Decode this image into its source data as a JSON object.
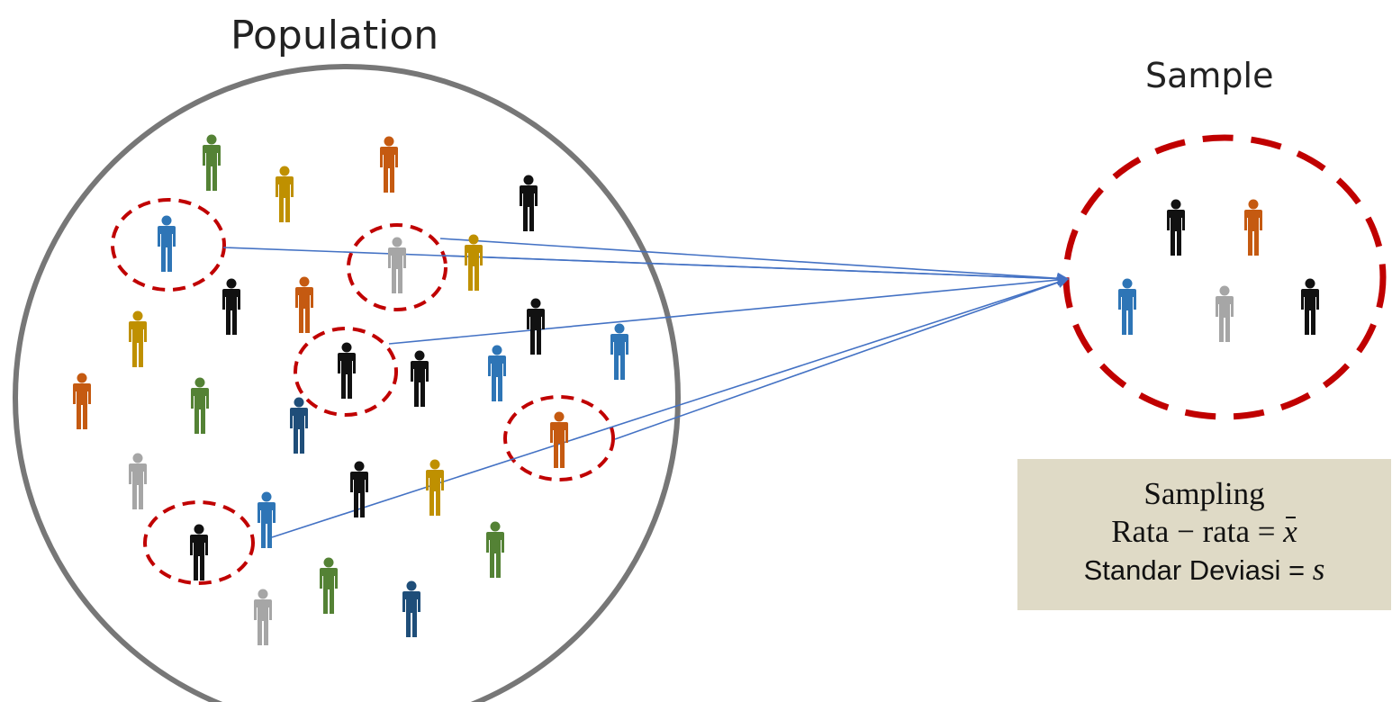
{
  "population": {
    "title": "Population"
  },
  "sample": {
    "title": "Sample"
  },
  "info_box": {
    "line1": "Sampling",
    "line2_prefix": "Rata − rata = ",
    "line2_symbol": "x",
    "line3_prefix": "Standar Deviasi = ",
    "line3_symbol": "s"
  },
  "colors": {
    "population_circle": "#777777",
    "selection_ring": "#c00000",
    "arrow": "#4472c4",
    "info_box_bg": "#dfdac6"
  },
  "people_colors": {
    "green": "#548235",
    "orange": "#c55a11",
    "yellow": "#bf9000",
    "black": "#111111",
    "blue": "#2e75b6",
    "gray": "#a6a6a6",
    "navy": "#1f4e79"
  },
  "population_people": [
    {
      "color": "green",
      "selected": false
    },
    {
      "color": "orange",
      "selected": false
    },
    {
      "color": "yellow",
      "selected": false
    },
    {
      "color": "black",
      "selected": false
    },
    {
      "color": "blue",
      "selected": true
    },
    {
      "color": "gray",
      "selected": true
    },
    {
      "color": "yellow",
      "selected": false
    },
    {
      "color": "black",
      "selected": false
    },
    {
      "color": "orange",
      "selected": false
    },
    {
      "color": "black",
      "selected": false
    },
    {
      "color": "yellow",
      "selected": false
    },
    {
      "color": "black",
      "selected": true
    },
    {
      "color": "black",
      "selected": false
    },
    {
      "color": "blue",
      "selected": false
    },
    {
      "color": "blue",
      "selected": false
    },
    {
      "color": "orange",
      "selected": false
    },
    {
      "color": "green",
      "selected": false
    },
    {
      "color": "navy",
      "selected": false
    },
    {
      "color": "orange",
      "selected": true
    },
    {
      "color": "gray",
      "selected": false
    },
    {
      "color": "black",
      "selected": false
    },
    {
      "color": "yellow",
      "selected": false
    },
    {
      "color": "blue",
      "selected": false
    },
    {
      "color": "black",
      "selected": true
    },
    {
      "color": "green",
      "selected": false
    },
    {
      "color": "green",
      "selected": false
    },
    {
      "color": "gray",
      "selected": false
    },
    {
      "color": "navy",
      "selected": false
    }
  ],
  "sample_people": [
    {
      "color": "black"
    },
    {
      "color": "orange"
    },
    {
      "color": "blue"
    },
    {
      "color": "gray"
    },
    {
      "color": "black"
    }
  ]
}
